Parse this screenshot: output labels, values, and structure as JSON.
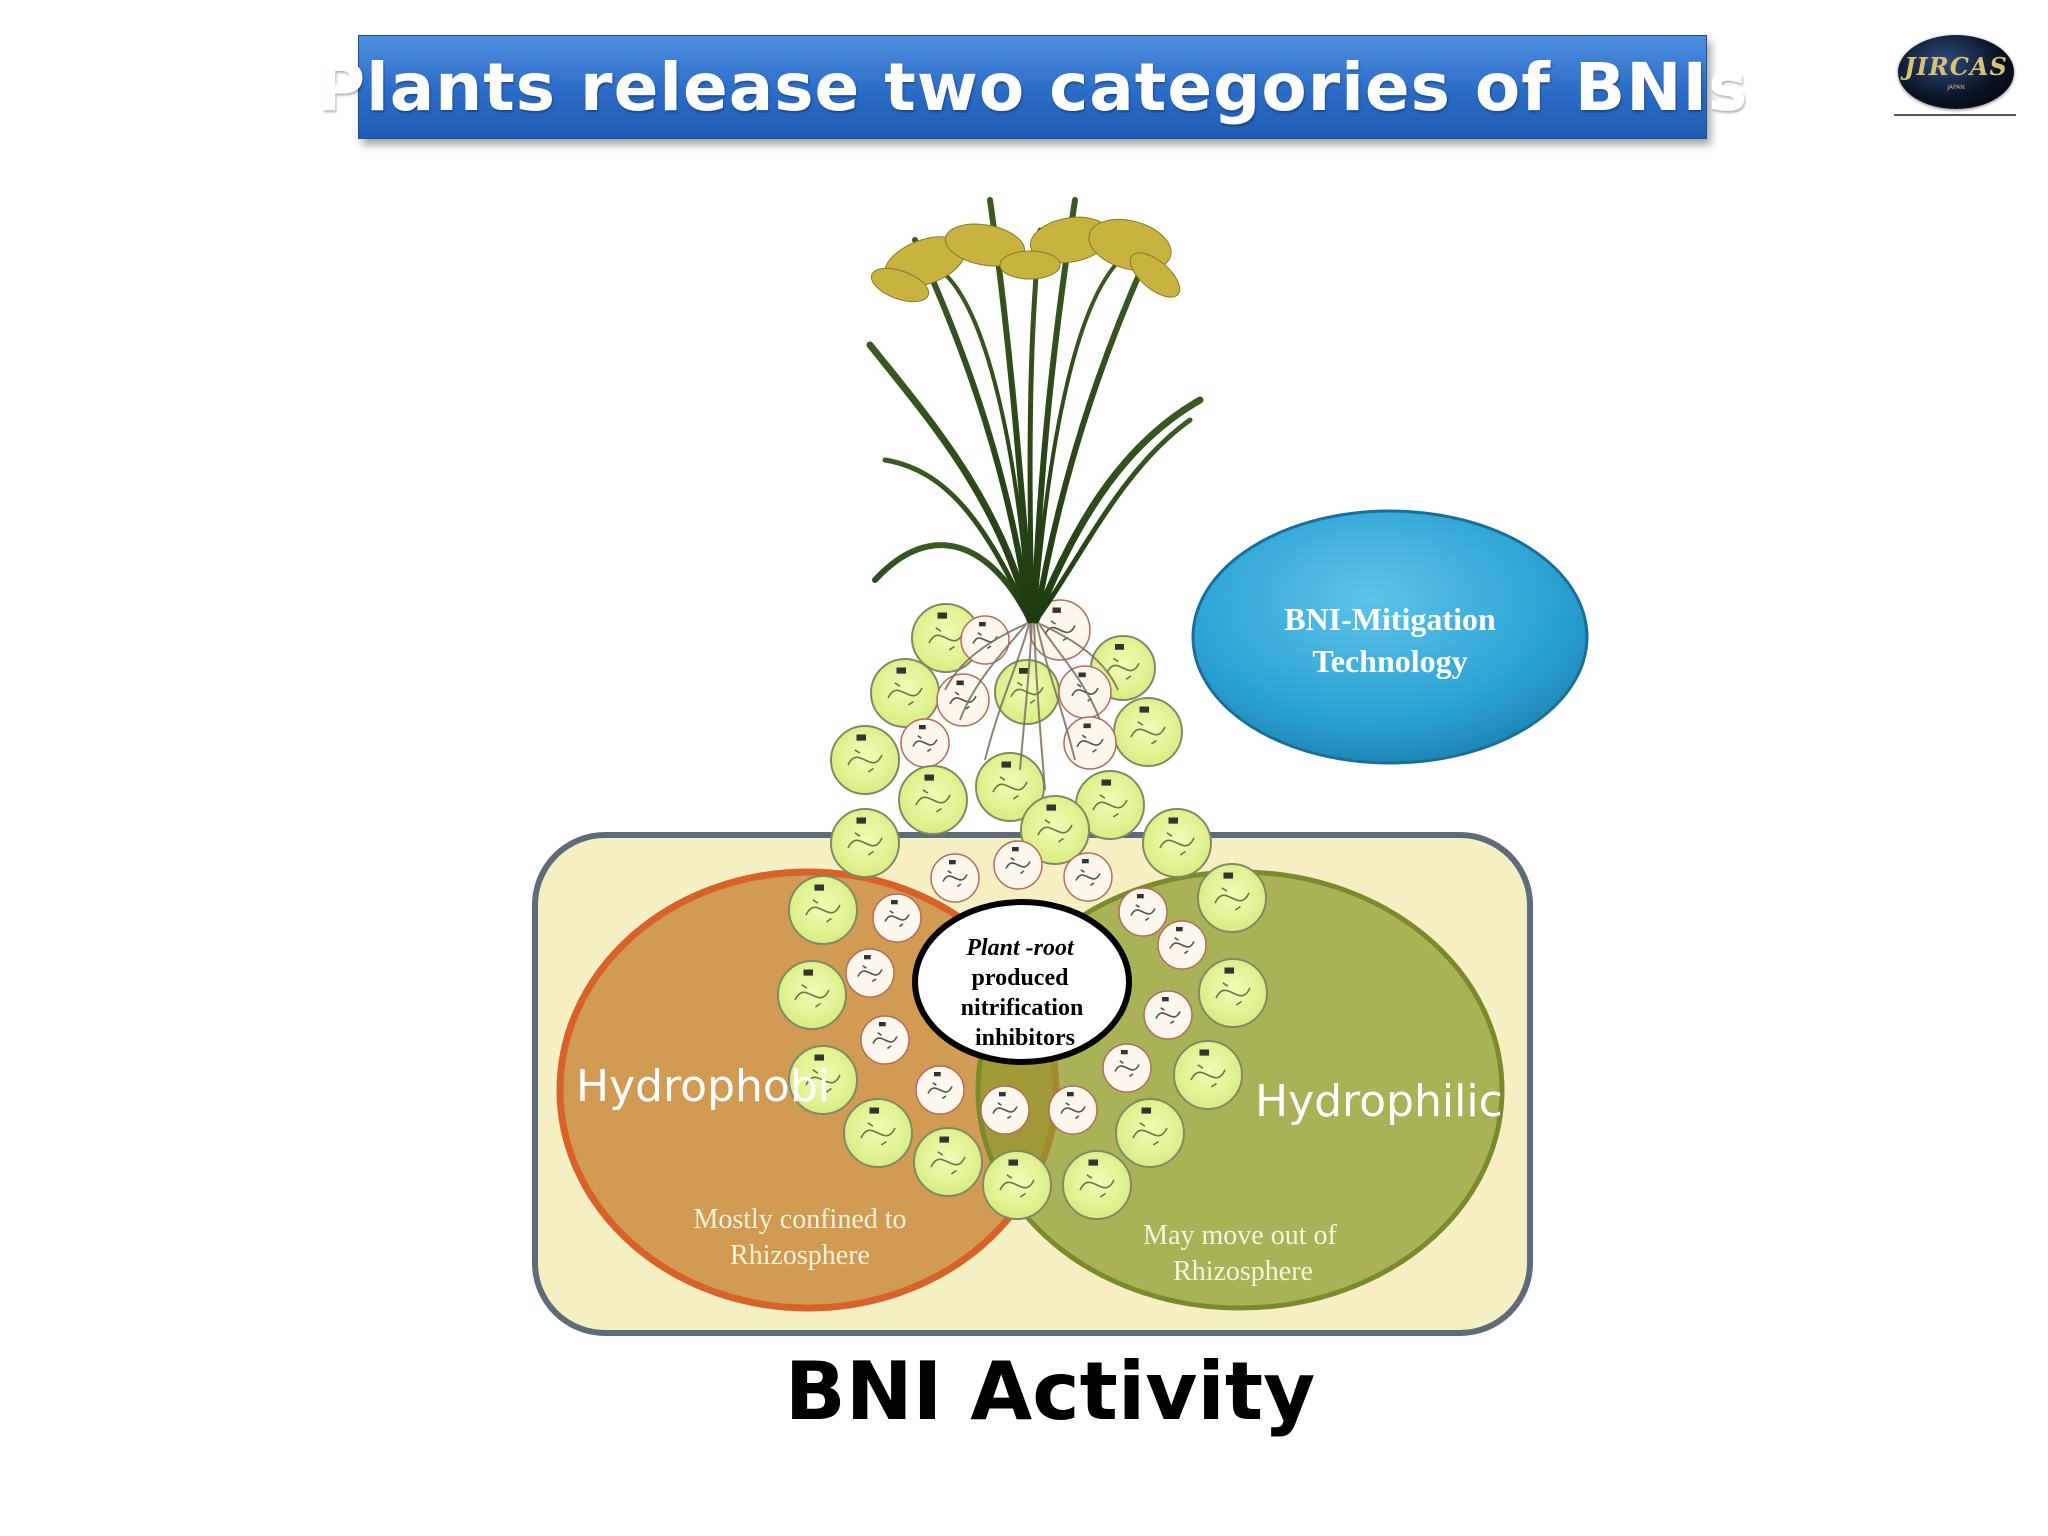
{
  "slide": {
    "title": "Plants release two categories of BNIs",
    "logo": {
      "name": "JIRCAS logo",
      "text": "JIRCAS",
      "sub": "JAPAN"
    },
    "bottom_label": "BNI Activity"
  },
  "diagram": {
    "mitigation_bubble": {
      "line1": "BNI-Mitigation",
      "line2": "Technology"
    },
    "center_ellipse": {
      "line1": "Plant -root",
      "line2": "produced",
      "line3": "nitrification",
      "line4": "inhibitors"
    },
    "hydrophobic": {
      "label": "Hydrophobi",
      "note_line1": "Mostly confined  to",
      "note_line2": "Rhizosphere"
    },
    "hydrophilic": {
      "label": "Hydrophilic",
      "note_line1": "May move  out of",
      "note_line2": "Rhizosphere"
    }
  },
  "colors": {
    "banner_blue": "#2b6cc6",
    "box_fill": "#f5f0c4",
    "box_border": "#5f6b78",
    "hydrophobic_fill": "#cc8a3e",
    "hydrophobic_border": "#d9622b",
    "hydrophilic_fill": "#97a23d",
    "bubble_blue": "#2aa7d6",
    "microbe_green": "#e8f5a0"
  }
}
